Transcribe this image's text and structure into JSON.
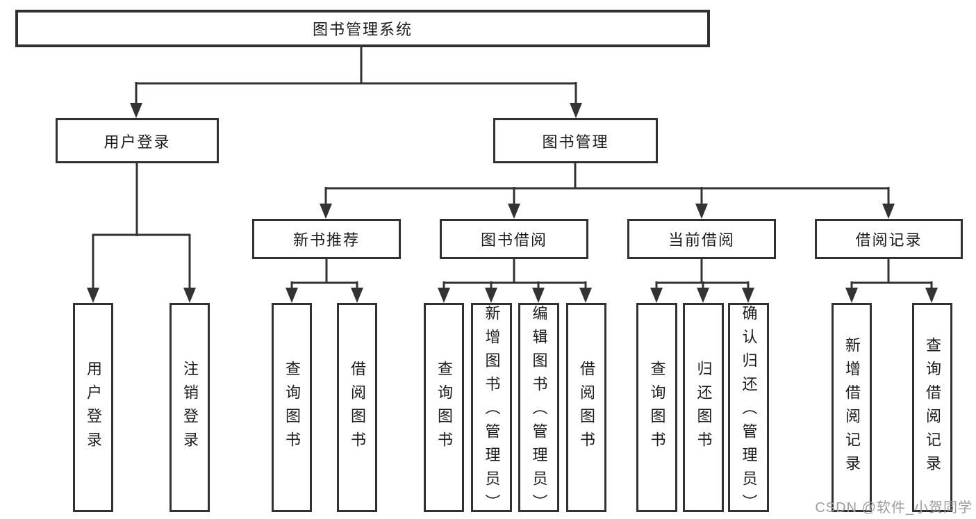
{
  "tree": {
    "root": "图书管理系统",
    "user_login": {
      "label": "用户登录",
      "children": [
        "用户登录",
        "注销登录"
      ]
    },
    "book_mgmt": {
      "label": "图书管理",
      "groups": [
        {
          "label": "新书推荐",
          "children": [
            "查询图书",
            "借阅图书"
          ]
        },
        {
          "label": "图书借阅",
          "children": [
            "查询图书",
            "新增图书（管理员）",
            "编辑图书（管理员）",
            "借阅图书"
          ]
        },
        {
          "label": "当前借阅",
          "children": [
            "查询图书",
            "归还图书",
            "确认归还（管理员）"
          ]
        },
        {
          "label": "借阅记录",
          "children": [
            "新增借阅记录",
            "查询借阅记录"
          ]
        }
      ]
    }
  },
  "colors": {
    "line": "#333333",
    "border": "#313131",
    "text": "#1b1b1b",
    "watermark": "#9c9c9c"
  },
  "watermark": "CSDN @软件_小贺同学"
}
